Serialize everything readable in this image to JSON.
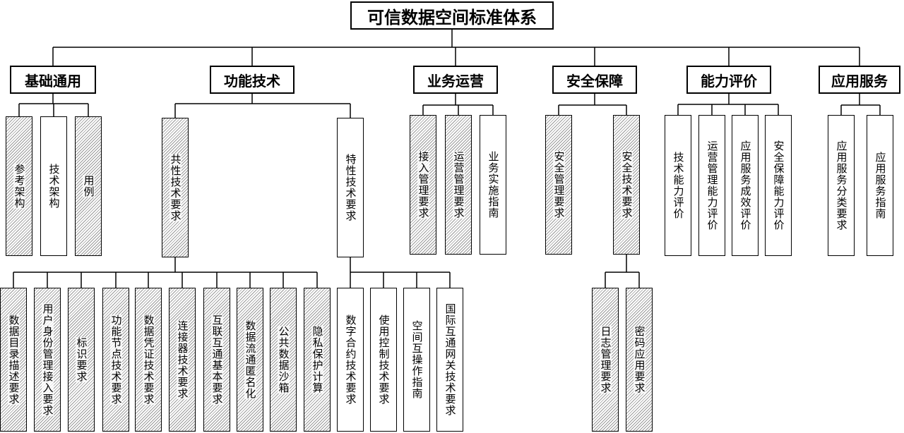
{
  "root": "可信数据空间标准体系",
  "categories": [
    {
      "label": "基础通用",
      "items": [
        {
          "label": "参考架构",
          "hatched": true
        },
        {
          "label": "技术架构",
          "hatched": false
        },
        {
          "label": "用例",
          "hatched": true
        }
      ]
    },
    {
      "label": "功能技术",
      "items": [
        {
          "label": "共性技术要求",
          "hatched": true,
          "items": [
            {
              "label": "数据目录描述要求",
              "hatched": true
            },
            {
              "label": "用户身份管理接入要求",
              "hatched": true
            },
            {
              "label": "标识要求",
              "hatched": true
            },
            {
              "label": "功能节点技术要求",
              "hatched": true
            },
            {
              "label": "数据凭证技术要求",
              "hatched": true
            },
            {
              "label": "连接器技术要求",
              "hatched": true
            },
            {
              "label": "互联互通基本要求",
              "hatched": true
            },
            {
              "label": "数据流通匿名化",
              "hatched": true
            },
            {
              "label": "公共数据沙箱",
              "hatched": true
            },
            {
              "label": "隐私保护计算",
              "hatched": true
            }
          ]
        },
        {
          "label": "特性技术要求",
          "hatched": false,
          "items": [
            {
              "label": "数字合约技术要求",
              "hatched": false
            },
            {
              "label": "使用控制技术要求",
              "hatched": false
            },
            {
              "label": "空间互操作指南",
              "hatched": false
            },
            {
              "label": "国际互通网关技术要求",
              "hatched": false
            }
          ]
        }
      ]
    },
    {
      "label": "业务运营",
      "items": [
        {
          "label": "接入管理要求",
          "hatched": true
        },
        {
          "label": "运营管理要求",
          "hatched": true
        },
        {
          "label": "业务实施指南",
          "hatched": false
        }
      ]
    },
    {
      "label": "安全保障",
      "items": [
        {
          "label": "安全管理要求",
          "hatched": true
        },
        {
          "label": "安全技术要求",
          "hatched": true,
          "items": [
            {
              "label": "日志管理要求",
              "hatched": true
            },
            {
              "label": "密码应用要求",
              "hatched": true
            }
          ]
        }
      ]
    },
    {
      "label": "能力评价",
      "items": [
        {
          "label": "技术能力评价",
          "hatched": false
        },
        {
          "label": "运营管理能力评价",
          "hatched": false
        },
        {
          "label": "应用服务成效评价",
          "hatched": false
        },
        {
          "label": "安全保障能力评价",
          "hatched": false
        }
      ]
    },
    {
      "label": "应用服务",
      "items": [
        {
          "label": "应用服务分类要求",
          "hatched": false
        },
        {
          "label": "应用服务指南",
          "hatched": false
        }
      ]
    }
  ]
}
